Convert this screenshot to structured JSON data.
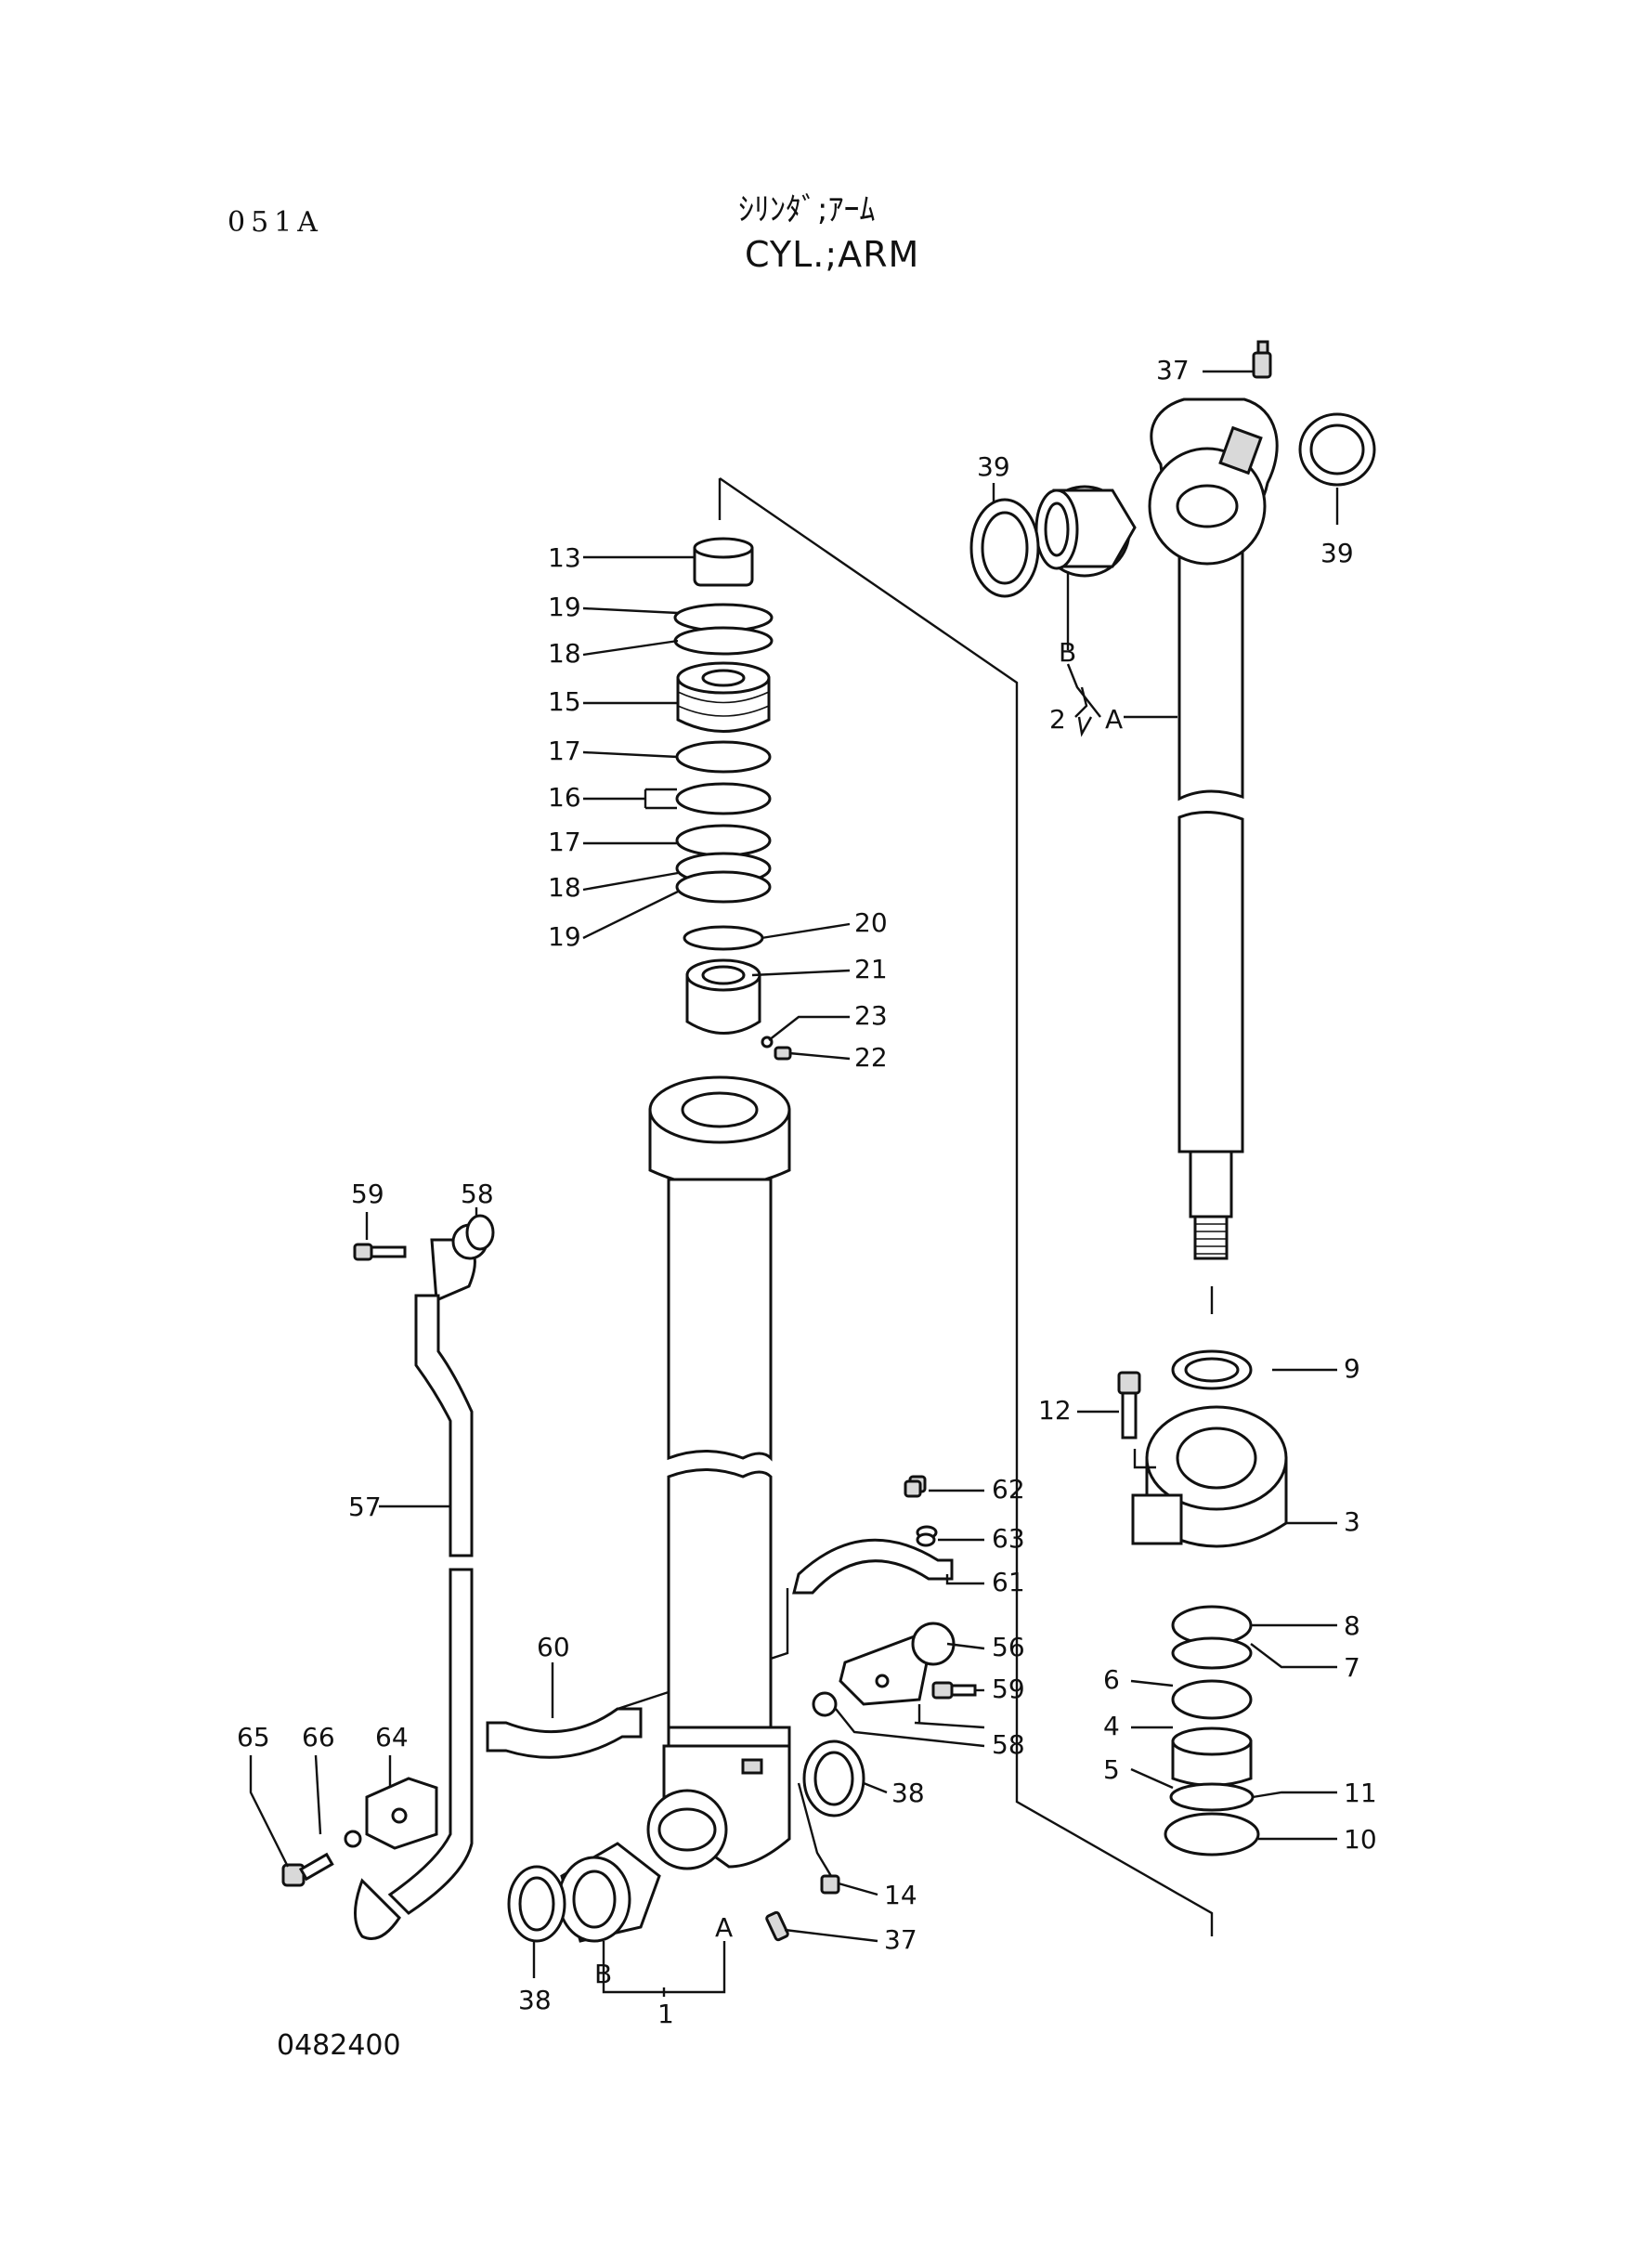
{
  "header": {
    "page_code": "051A",
    "title_jp": "ｼﾘﾝﾀﾞ;ｱｰﾑ",
    "title_en": "CYL.;ARM"
  },
  "footer": {
    "drawing_number": "0482400"
  },
  "callouts": {
    "c37a": "37",
    "c39a": "39",
    "c39b": "39",
    "cB_top": "B",
    "c2": "2",
    "cA_top": "A",
    "c13": "13",
    "c19a": "19",
    "c18a": "18",
    "c15": "15",
    "c17a": "17",
    "c16": "16",
    "c17b": "17",
    "c18b": "18",
    "c19b": "19",
    "c20": "20",
    "c21": "21",
    "c23": "23",
    "c22": "22",
    "c59a": "59",
    "c58a": "58",
    "c57": "57",
    "c9": "9",
    "c12": "12",
    "c3": "3",
    "c8": "8",
    "c7": "7",
    "c6": "6",
    "c4": "4",
    "c5": "5",
    "c11": "11",
    "c10": "10",
    "c62": "62",
    "c63": "63",
    "c61": "61",
    "c60": "60",
    "c56": "56",
    "c59b": "59",
    "c58b": "58",
    "c65": "65",
    "c66": "66",
    "c64": "64",
    "c38a": "38",
    "c14": "14",
    "c37b": "37",
    "c38b": "38",
    "cB_bot": "B",
    "cA_bot": "A",
    "c1": "1"
  }
}
